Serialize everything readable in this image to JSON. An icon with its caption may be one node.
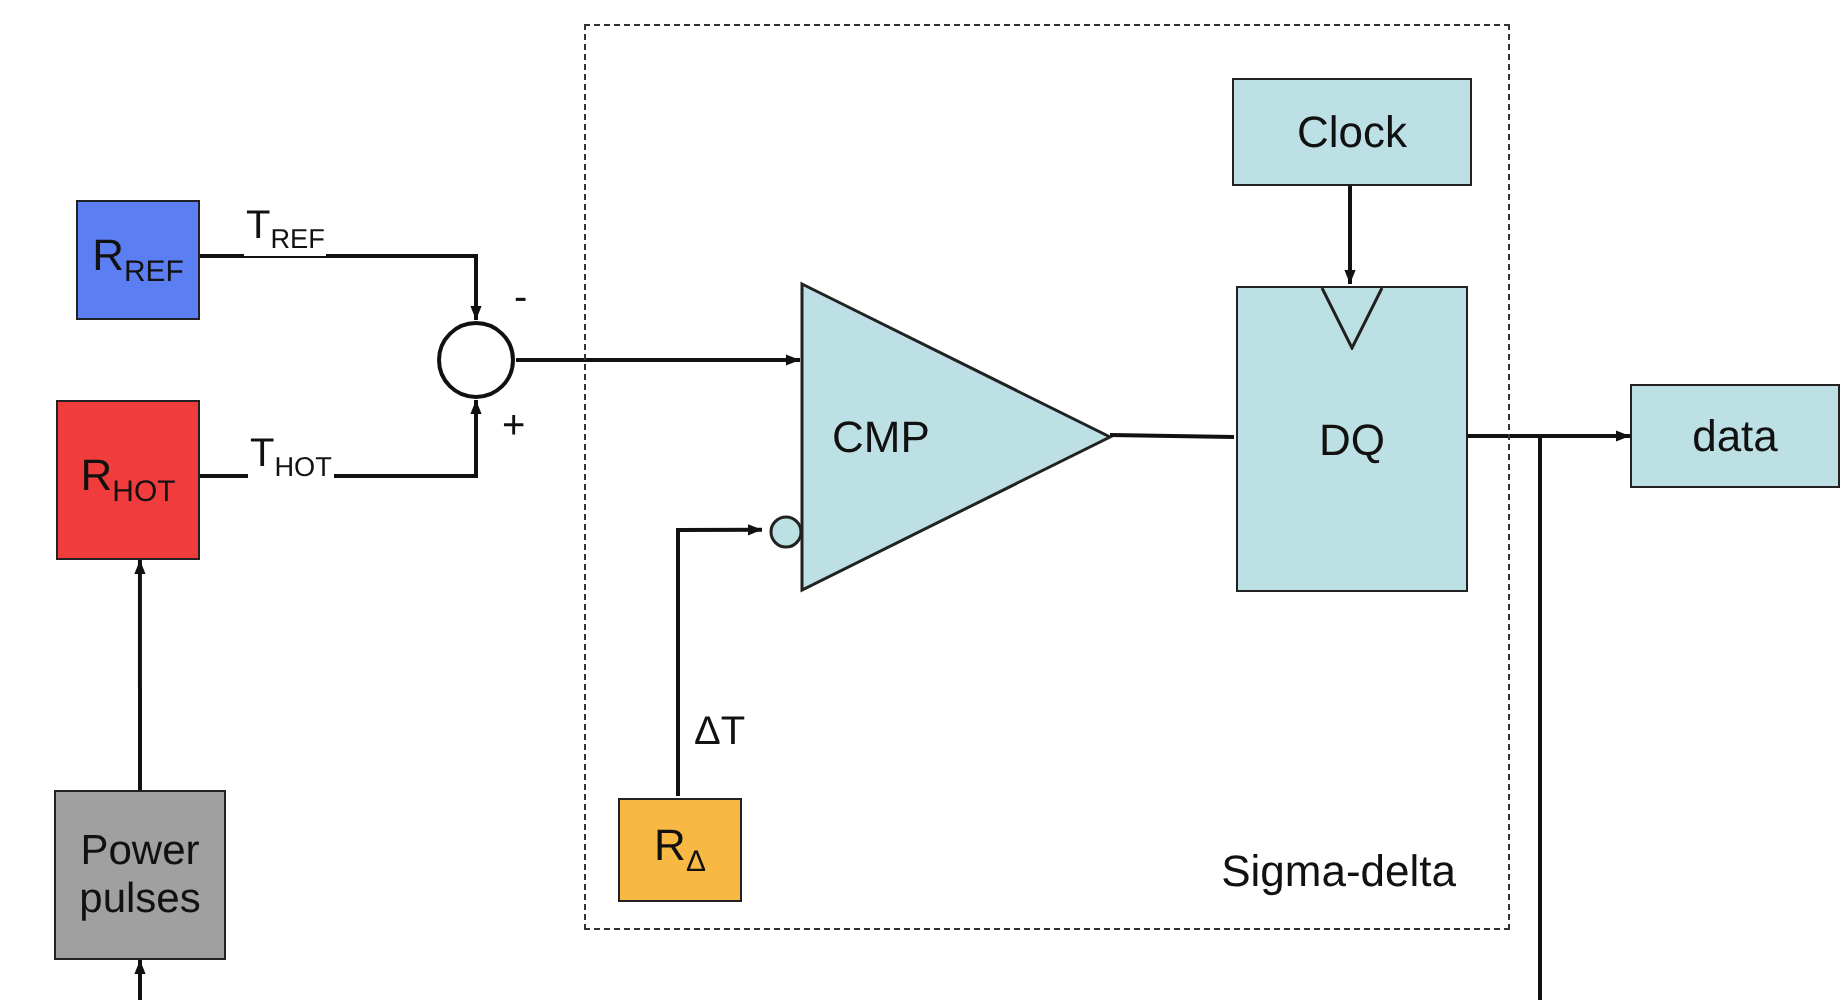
{
  "diagram": {
    "nodes": [
      {
        "text": [
          "R$_{REF}$"
        ]
      },
      {
        "text": [
          "R$_{HOT}$"
        ]
      },
      {
        "text": [
          "Power pulses"
        ]
      },
      {
        "text": [],
        "shape": "circle"
      },
      {
        "text": [
          "Sigma-delta"
        ]
      },
      {
        "text": [
          "Clock"
        ],
        "in": 4
      },
      {
        "text": [
          "CMP"
        ],
        "in": 4
      },
      {
        "text": [
          "DQ"
        ],
        "in": 4
      },
      {
        "text": [
          "R$_{Δ}$"
        ],
        "in": 4
      },
      {
        "text": [
          "data"
        ]
      }
    ],
    "edges": [
      {
        "from": 0,
        "to": 3,
        "arrow": "to",
        "label": "T$_{REF}$"
      },
      {
        "from": 1,
        "to": 3,
        "arrow": "to",
        "label": "T$_{HOT}$"
      },
      {
        "from": 3,
        "to": 6,
        "arrow": "to"
      },
      {
        "from": 8,
        "to": 6,
        "arrow": "to",
        "label": "ΔT"
      },
      {
        "from": 6,
        "to": 7,
        "arrow": "none"
      },
      {
        "from": 5,
        "to": 7,
        "arrow": "to"
      },
      {
        "from": 7,
        "to": 9,
        "arrow": "to"
      },
      {
        "from": 7,
        "to": null,
        "arrow": "none"
      },
      {
        "from": null,
        "to": 2,
        "arrow": "to"
      },
      {
        "from": 2,
        "to": 1,
        "arrow": "to"
      }
    ],
    "labels": [
      "-",
      "+"
    ]
  }
}
